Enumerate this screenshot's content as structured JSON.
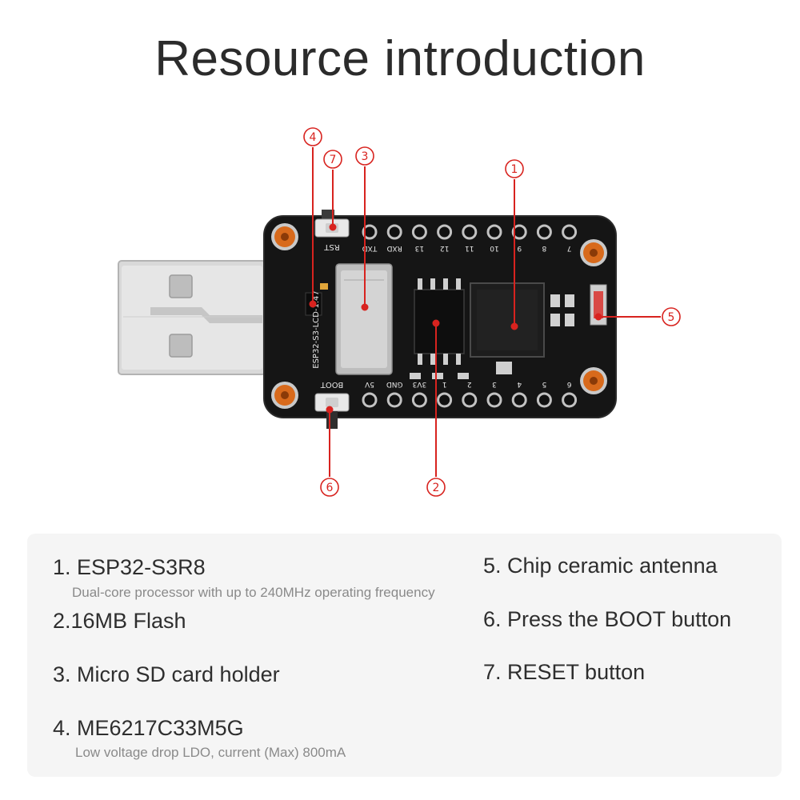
{
  "title": "Resource introduction",
  "board": {
    "model_label": "ESP32-S3-LCD-1.47",
    "boot_label": "BOOT",
    "rst_label": "RST",
    "top_pins": [
      "TXD",
      "RXD",
      "13",
      "12",
      "11",
      "10",
      "9",
      "8",
      "7"
    ],
    "bottom_pins": [
      "5V",
      "GND",
      "3V3",
      "1",
      "2",
      "3",
      "4",
      "5",
      "6"
    ]
  },
  "callouts": [
    "1",
    "2",
    "3",
    "4",
    "5",
    "6",
    "7"
  ],
  "features": {
    "left": [
      {
        "label": "1. ESP32-S3R8",
        "sub": "Dual-core processor with up to 240MHz operating frequency"
      },
      {
        "label": "2.16MB Flash",
        "sub": ""
      },
      {
        "label": "3. Micro SD card holder",
        "sub": ""
      },
      {
        "label": "4. ME6217C33M5G",
        "sub": "Low voltage drop LDO, current (Max) 800mA"
      }
    ],
    "right": [
      {
        "label": "5. Chip ceramic antenna"
      },
      {
        "label": "6. Press the BOOT button"
      },
      {
        "label": "7. RESET button"
      }
    ]
  },
  "colors": {
    "accent": "#d8231f",
    "pcb": "#161616",
    "usb_metal": "#d6d6d6",
    "screw": "#d86a1c",
    "panel_bg": "#f5f5f5"
  }
}
